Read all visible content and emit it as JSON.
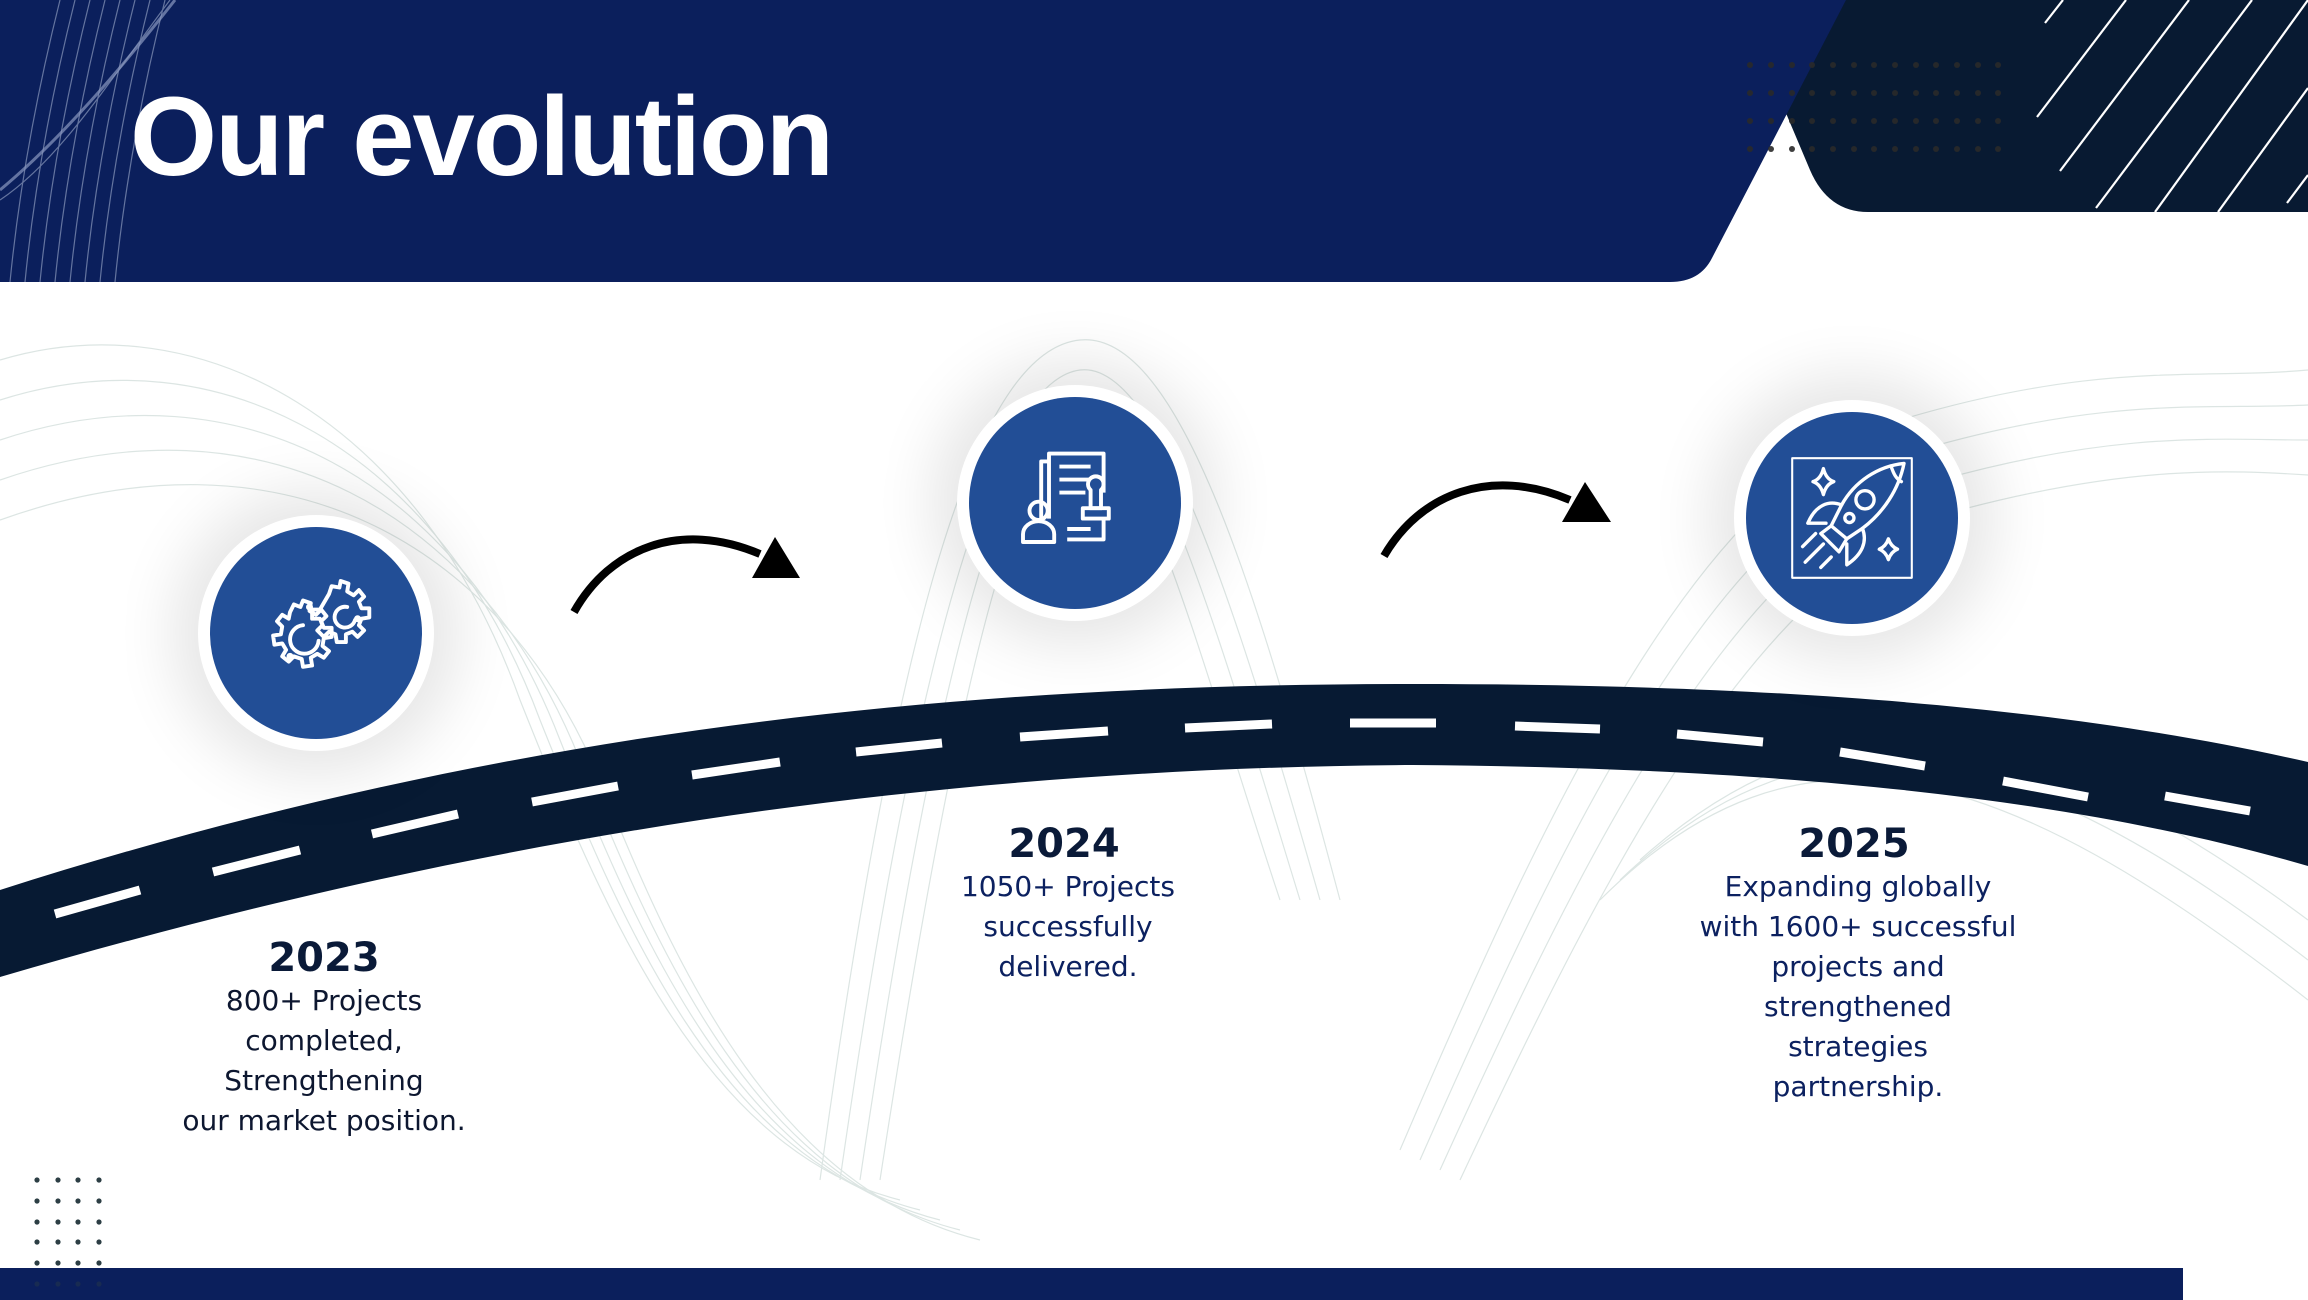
{
  "header": {
    "title": "Our evolution"
  },
  "colors": {
    "header_blue": "#0b1f5c",
    "dark_panel": "#081a32",
    "road": "#071a33",
    "circle_blue": "#224e96",
    "bottom_bar": "#0b1f5c"
  },
  "milestones": [
    {
      "icon": "gears-icon",
      "year": "2023",
      "lines": [
        "800+ Projects",
        "completed,",
        "Strengthening",
        "our market position."
      ]
    },
    {
      "icon": "document-stamp-icon",
      "year": "2024",
      "lines": [
        "1050+ Projects",
        "successfully",
        "delivered."
      ]
    },
    {
      "icon": "rocket-icon",
      "year": "2025",
      "lines": [
        "Expanding globally",
        "with 1600+ successful",
        "projects and",
        "strengthened",
        "strategies",
        "partnership."
      ]
    }
  ]
}
